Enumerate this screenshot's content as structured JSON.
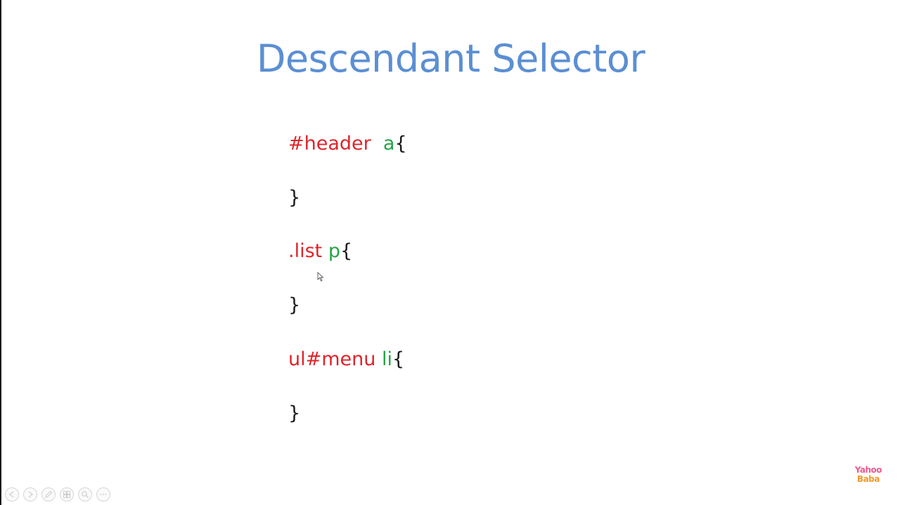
{
  "slide": {
    "title": "Descendant Selector",
    "code_lines": [
      {
        "selector": "#header ",
        "element": " a",
        "brace": "{"
      },
      {
        "brace": "}"
      },
      {
        "selector": ".list",
        "element": " p",
        "brace": "{"
      },
      {
        "brace": "}"
      },
      {
        "selector": "ul#menu",
        "element": " li",
        "brace": "{"
      },
      {
        "brace": "}"
      }
    ]
  },
  "logo": {
    "line1": "Yahoo",
    "line2": "Baba"
  },
  "controls": [
    {
      "icon": "previous-icon"
    },
    {
      "icon": "next-icon"
    },
    {
      "icon": "pen-icon"
    },
    {
      "icon": "slides-icon"
    },
    {
      "icon": "zoom-icon"
    },
    {
      "icon": "more-icon"
    }
  ],
  "colors": {
    "title": "#5b8fd3",
    "selector": "#e0242a",
    "element": "#25a346",
    "brace": "#1a1a1a"
  }
}
